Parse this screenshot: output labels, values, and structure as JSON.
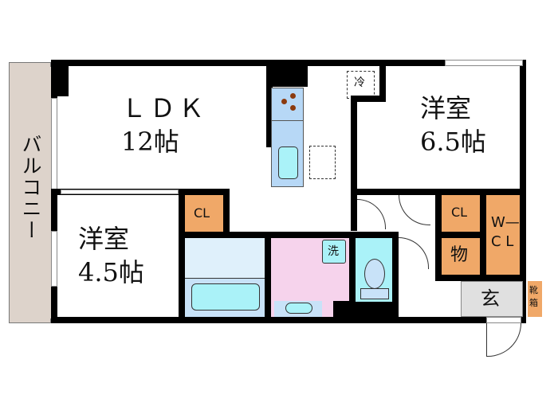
{
  "floor_plan": {
    "balcony": {
      "label": "バルコニー"
    },
    "ldk": {
      "label": "ＬＤＫ",
      "size": "12帖"
    },
    "bedroom_large": {
      "label": "洋室",
      "size": "6.5帖"
    },
    "bedroom_small": {
      "label": "洋室",
      "size": "4.5帖"
    },
    "closet_small_bedroom": {
      "label": "CL"
    },
    "closet_hall": {
      "label": "CL"
    },
    "walk_in_closet": {
      "label": "W—\nC L"
    },
    "storage": {
      "label": "物"
    },
    "entrance": {
      "label": "玄"
    },
    "shoe_box": {
      "label": "靴\n箱"
    },
    "refrigerator": {
      "label": "冷"
    },
    "washer": {
      "label": "洗"
    },
    "colors": {
      "closet": "#f0a868",
      "balcony": "#ddd3cb",
      "bath": "#c8e2f8",
      "washroom": "#f6d3ec",
      "toilet": "#aaf2f8",
      "entrance": "#e0e0e0",
      "kitchen": "#b7d8f6"
    }
  }
}
